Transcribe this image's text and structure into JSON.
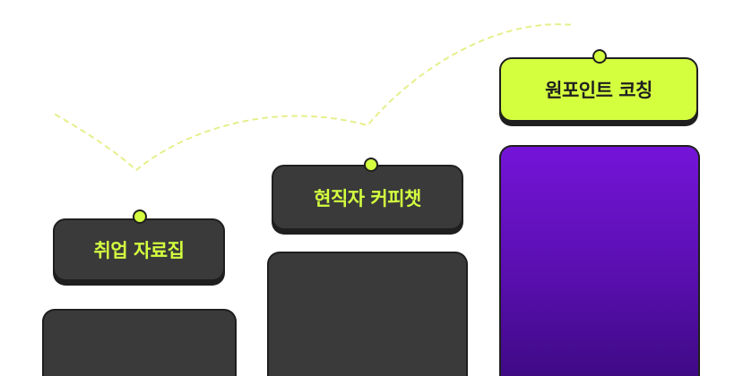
{
  "steps": [
    {
      "label": "취업 자료집"
    },
    {
      "label": "현직자 커피챗"
    },
    {
      "label": "원포인트 코칭"
    }
  ],
  "colors": {
    "accent": "#d4ff3f",
    "dark_card": "#3a3a3a",
    "outline": "#1f1f1f",
    "highlight_gradient_top": "#7414d8",
    "highlight_gradient_bottom": "#3f0a86"
  }
}
